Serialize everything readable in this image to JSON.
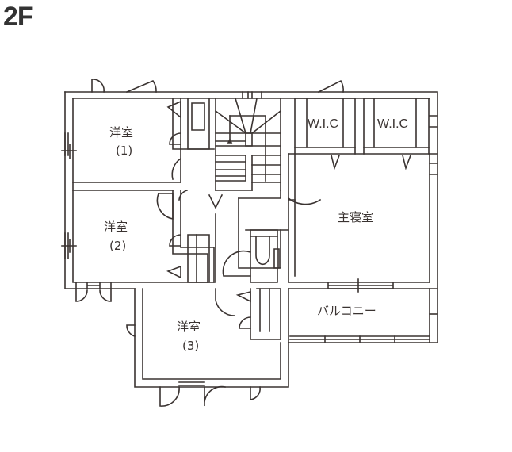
{
  "floor": {
    "label": "2F"
  },
  "colors": {
    "line": "#3a3331",
    "background": "#ffffff",
    "label": "#333333"
  },
  "rooms": [
    {
      "id": "western-room-1",
      "name": "洋室",
      "number": "(1)"
    },
    {
      "id": "western-room-2",
      "name": "洋室",
      "number": "(2)"
    },
    {
      "id": "western-room-3",
      "name": "洋室",
      "number": "(3)"
    },
    {
      "id": "master-bedroom",
      "name": "主寝室"
    },
    {
      "id": "balcony",
      "name": "バルコニー"
    },
    {
      "id": "wic-1",
      "name": "W.I.C"
    },
    {
      "id": "wic-2",
      "name": "W.I.C"
    }
  ]
}
